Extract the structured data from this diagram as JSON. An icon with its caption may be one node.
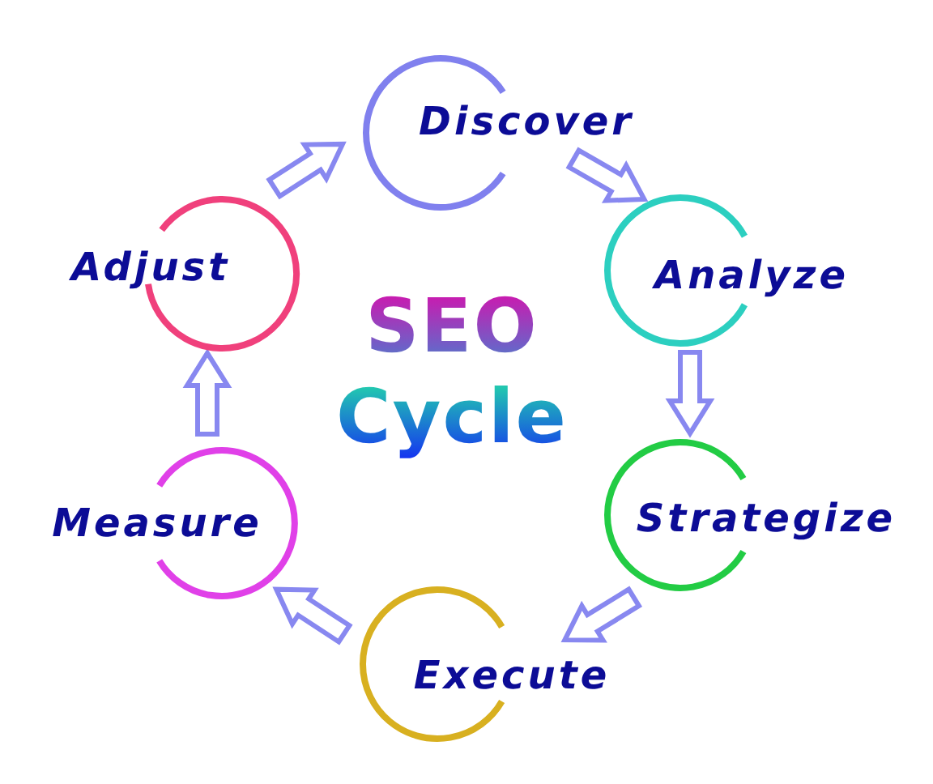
{
  "diagram": {
    "title": "SEO Cycle",
    "nodes": [
      {
        "text": [
          "Discover"
        ]
      },
      {
        "text": [
          "Analyze"
        ]
      },
      {
        "text": [
          "Strategize"
        ]
      },
      {
        "text": [
          "Execute"
        ]
      },
      {
        "text": [
          "Measure"
        ]
      },
      {
        "text": [
          "Adjust"
        ]
      }
    ],
    "edges": [
      {
        "from": 5,
        "to": 0,
        "arrow": "to"
      },
      {
        "from": 0,
        "to": 1,
        "arrow": "to"
      },
      {
        "from": 1,
        "to": 2,
        "arrow": "to"
      },
      {
        "from": 2,
        "to": 3,
        "arrow": "to"
      },
      {
        "from": 3,
        "to": 4,
        "arrow": "to"
      },
      {
        "from": 4,
        "to": 5,
        "arrow": "to"
      }
    ]
  }
}
